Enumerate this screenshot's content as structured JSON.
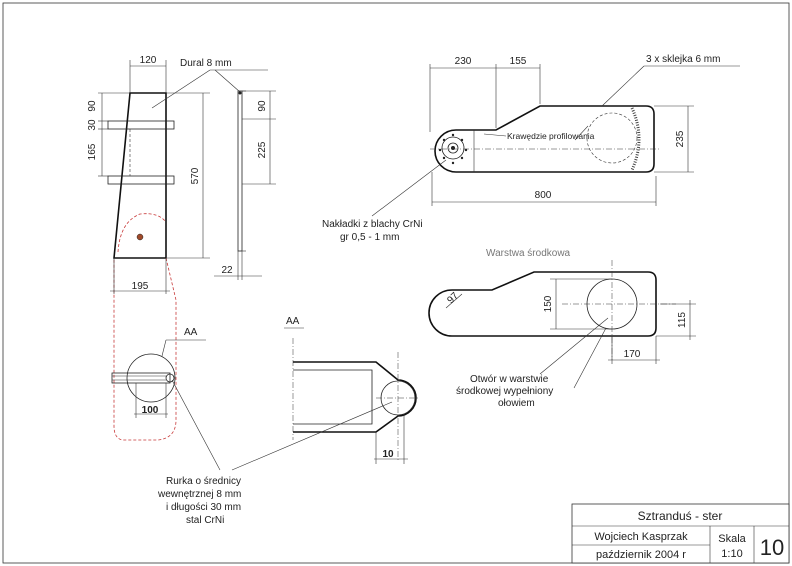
{
  "labels": {
    "dural": "Dural 8 mm",
    "sklejka": "3 x sklejka 6 mm",
    "krawedzie": "Krawędzie profilowania",
    "nakladki_1": "Nakładki z blachy CrNi",
    "nakladki_2": "gr 0,5 - 1 mm",
    "warstwa": "Warstwa środkowa",
    "otwor_1": "Otwór w warstwie",
    "otwor_2": "środkowej wypełniony",
    "otwor_3": "ołowiem",
    "aa_1": "AA",
    "aa_2": "AA",
    "rurka_1": "Rurka o średnicy",
    "rurka_2": "wewnętrznej 8 mm",
    "rurka_3": "i długości 30 mm",
    "rurka_4": "stal CrNi"
  },
  "dimensions": {
    "d120": "120",
    "d30": "30",
    "d90a": "90",
    "d165": "165",
    "d570": "570",
    "d195": "195",
    "d90b": "90",
    "d225": "225",
    "d22": "22",
    "d230": "230",
    "d155": "155",
    "d235": "235",
    "d800": "800",
    "d150": "150",
    "d115": "115",
    "d170": "170",
    "d97": "97",
    "d100": "100",
    "d10": "10"
  },
  "title_block": {
    "title": "Sztranduś - ster",
    "author": "Wojciech Kasprzak",
    "date": "październik 2004 r",
    "scale_label": "Skala",
    "scale_value": "1:10",
    "sheet_number": "10"
  },
  "colors": {
    "line": "#222222",
    "hidden_red": "#c83a3a",
    "gray_text": "#777777"
  }
}
